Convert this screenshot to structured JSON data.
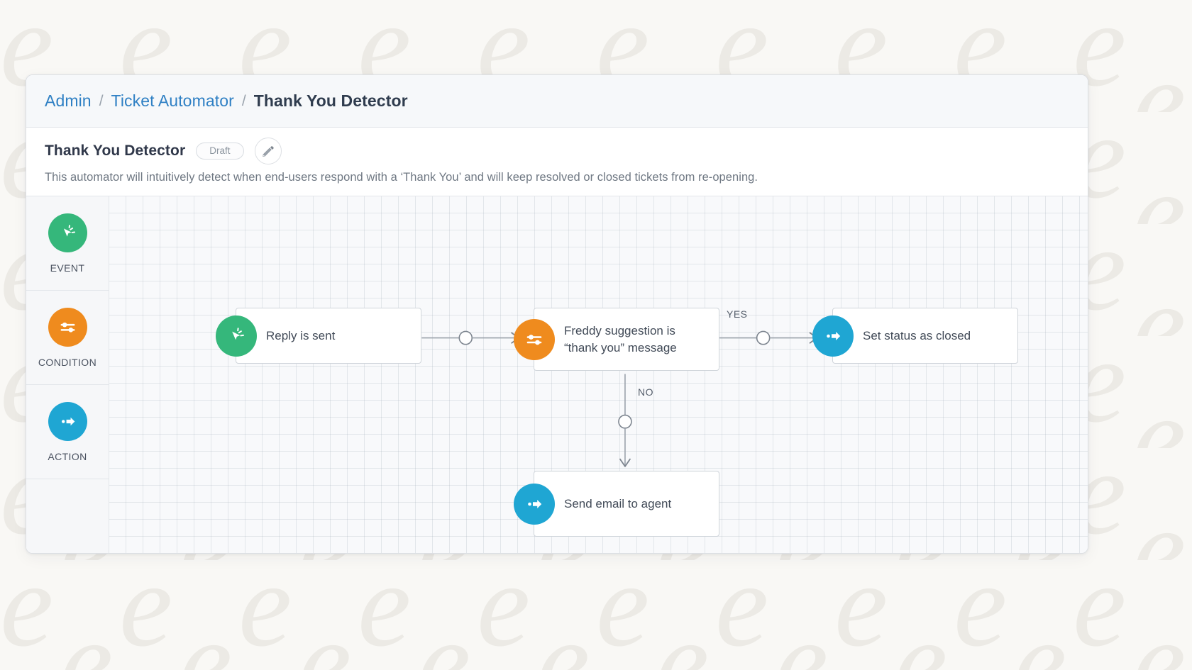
{
  "background": {
    "watermark_letter": "e",
    "watermark_color": "#efeeea",
    "page_bg": "#f8f7f4"
  },
  "breadcrumb": {
    "items": [
      {
        "label": "Admin",
        "current": false
      },
      {
        "label": "Ticket Automator",
        "current": false
      },
      {
        "label": "Thank You Detector",
        "current": true
      }
    ],
    "separator": "/"
  },
  "header": {
    "title": "Thank You Detector",
    "status": "Draft",
    "edit_icon": "pencil-icon",
    "description": "This automator will intuitively detect when end-users respond with a ‘Thank You’ and will keep resolved or closed tickets from re-opening."
  },
  "palette": {
    "items": [
      {
        "label": "EVENT",
        "icon": "cursor-click-icon",
        "color": "#35b77b"
      },
      {
        "label": "CONDITION",
        "icon": "sliders-icon",
        "color": "#ef8b1e"
      },
      {
        "label": "ACTION",
        "icon": "arrow-right-circle-icon",
        "color": "#1fa6d3"
      }
    ]
  },
  "flow": {
    "nodes": [
      {
        "id": "event",
        "type": "EVENT",
        "icon": "cursor-click-icon",
        "color": "#35b77b",
        "label": "Reply is sent"
      },
      {
        "id": "condition",
        "type": "CONDITION",
        "icon": "sliders-icon",
        "color": "#ef8b1e",
        "label": "Freddy suggestion is\n“thank you” message"
      },
      {
        "id": "action_yes",
        "type": "ACTION",
        "icon": "arrow-right-circle-icon",
        "color": "#1fa6d3",
        "label": "Set status as closed"
      },
      {
        "id": "action_no",
        "type": "ACTION",
        "icon": "arrow-right-circle-icon",
        "color": "#1fa6d3",
        "label": "Send email to agent"
      }
    ],
    "edges": [
      {
        "from": "event",
        "to": "condition",
        "label": ""
      },
      {
        "from": "condition",
        "to": "action_yes",
        "label": "YES"
      },
      {
        "from": "condition",
        "to": "action_no",
        "label": "NO"
      }
    ]
  },
  "colors": {
    "accent_link": "#2f80c4",
    "event_green": "#35b77b",
    "condition_orange": "#ef8b1e",
    "action_blue": "#1fa6d3",
    "canvas_bg": "#f8f9fb",
    "border": "#dcdfe3"
  }
}
